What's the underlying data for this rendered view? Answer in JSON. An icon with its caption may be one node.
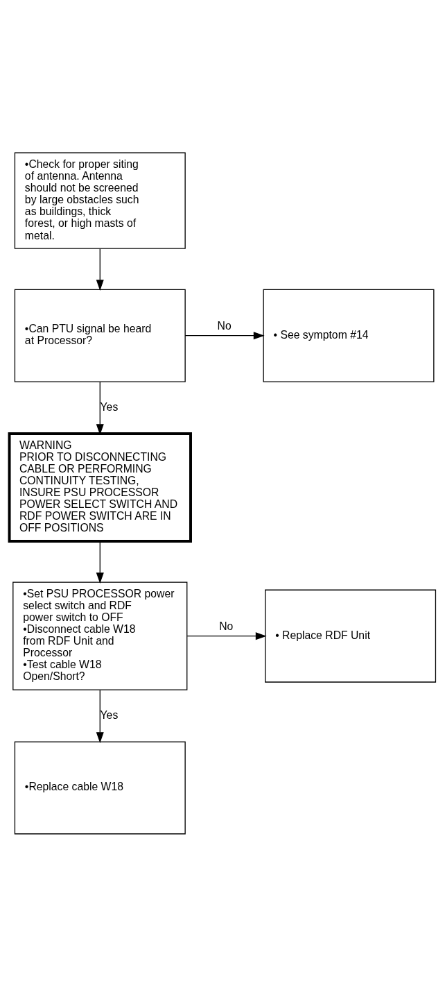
{
  "diagram": {
    "nodes": [
      {
        "text": [
          "•Check for proper siting of antenna. Antenna should not be screened by large obstacles such as buildings, thick forest, or high masts of metal."
        ]
      },
      {
        "text": [
          "•Can PTU signal be heard at Processor?"
        ]
      },
      {
        "text": [
          "• See symptom #14"
        ]
      },
      {
        "text": [
          "WARNING",
          "PRIOR TO DISCONNECTING CABLE OR PERFORMING CONTINUITY TESTING, INSURE PSU PROCESSOR POWER SELECT SWITCH AND RDF POWER SWITCH ARE IN OFF POSITIONS"
        ]
      },
      {
        "text": [
          "•Set PSU PROCESSOR power select switch and RDF power switch to OFF",
          "•Disconnect cable W18 from RDF Unit and Processor",
          "•Test cable W18",
          "Open/Short?"
        ]
      },
      {
        "text": [
          "• Replace RDF Unit"
        ]
      },
      {
        "text": [
          "•Replace cable W18"
        ]
      }
    ],
    "edges": [
      {
        "from": 0,
        "to": 1,
        "arrow": "to"
      },
      {
        "from": 1,
        "to": 2,
        "arrow": "to",
        "label": "No"
      },
      {
        "from": 1,
        "to": 3,
        "arrow": "to",
        "label": "Yes"
      },
      {
        "from": 3,
        "to": 4,
        "arrow": "to"
      },
      {
        "from": 4,
        "to": 5,
        "arrow": "to",
        "label": "No"
      },
      {
        "from": 4,
        "to": 6,
        "arrow": "to",
        "label": "Yes"
      }
    ]
  }
}
